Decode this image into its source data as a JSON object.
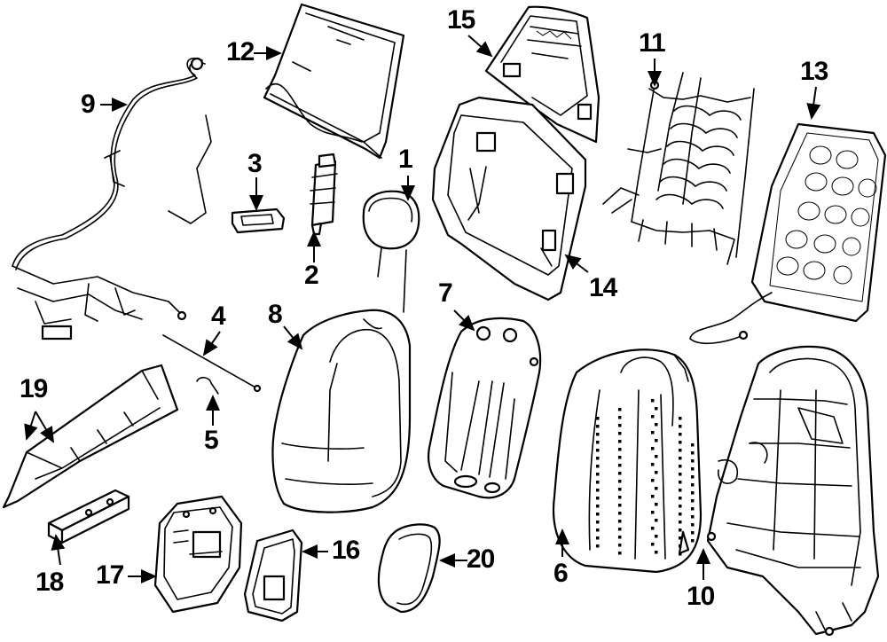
{
  "callouts": [
    {
      "id": "1",
      "label": "1"
    },
    {
      "id": "2",
      "label": "2"
    },
    {
      "id": "3",
      "label": "3"
    },
    {
      "id": "4",
      "label": "4"
    },
    {
      "id": "5",
      "label": "5"
    },
    {
      "id": "6",
      "label": "6"
    },
    {
      "id": "7",
      "label": "7"
    },
    {
      "id": "8",
      "label": "8"
    },
    {
      "id": "9",
      "label": "9"
    },
    {
      "id": "10",
      "label": "10"
    },
    {
      "id": "11",
      "label": "11"
    },
    {
      "id": "12",
      "label": "12"
    },
    {
      "id": "13",
      "label": "13"
    },
    {
      "id": "14",
      "label": "14"
    },
    {
      "id": "15",
      "label": "15"
    },
    {
      "id": "16",
      "label": "16"
    },
    {
      "id": "17",
      "label": "17"
    },
    {
      "id": "18",
      "label": "18"
    },
    {
      "id": "19",
      "label": "19"
    },
    {
      "id": "20",
      "label": "20"
    }
  ],
  "colors": {
    "line": "#000000",
    "background": "#ffffff"
  }
}
